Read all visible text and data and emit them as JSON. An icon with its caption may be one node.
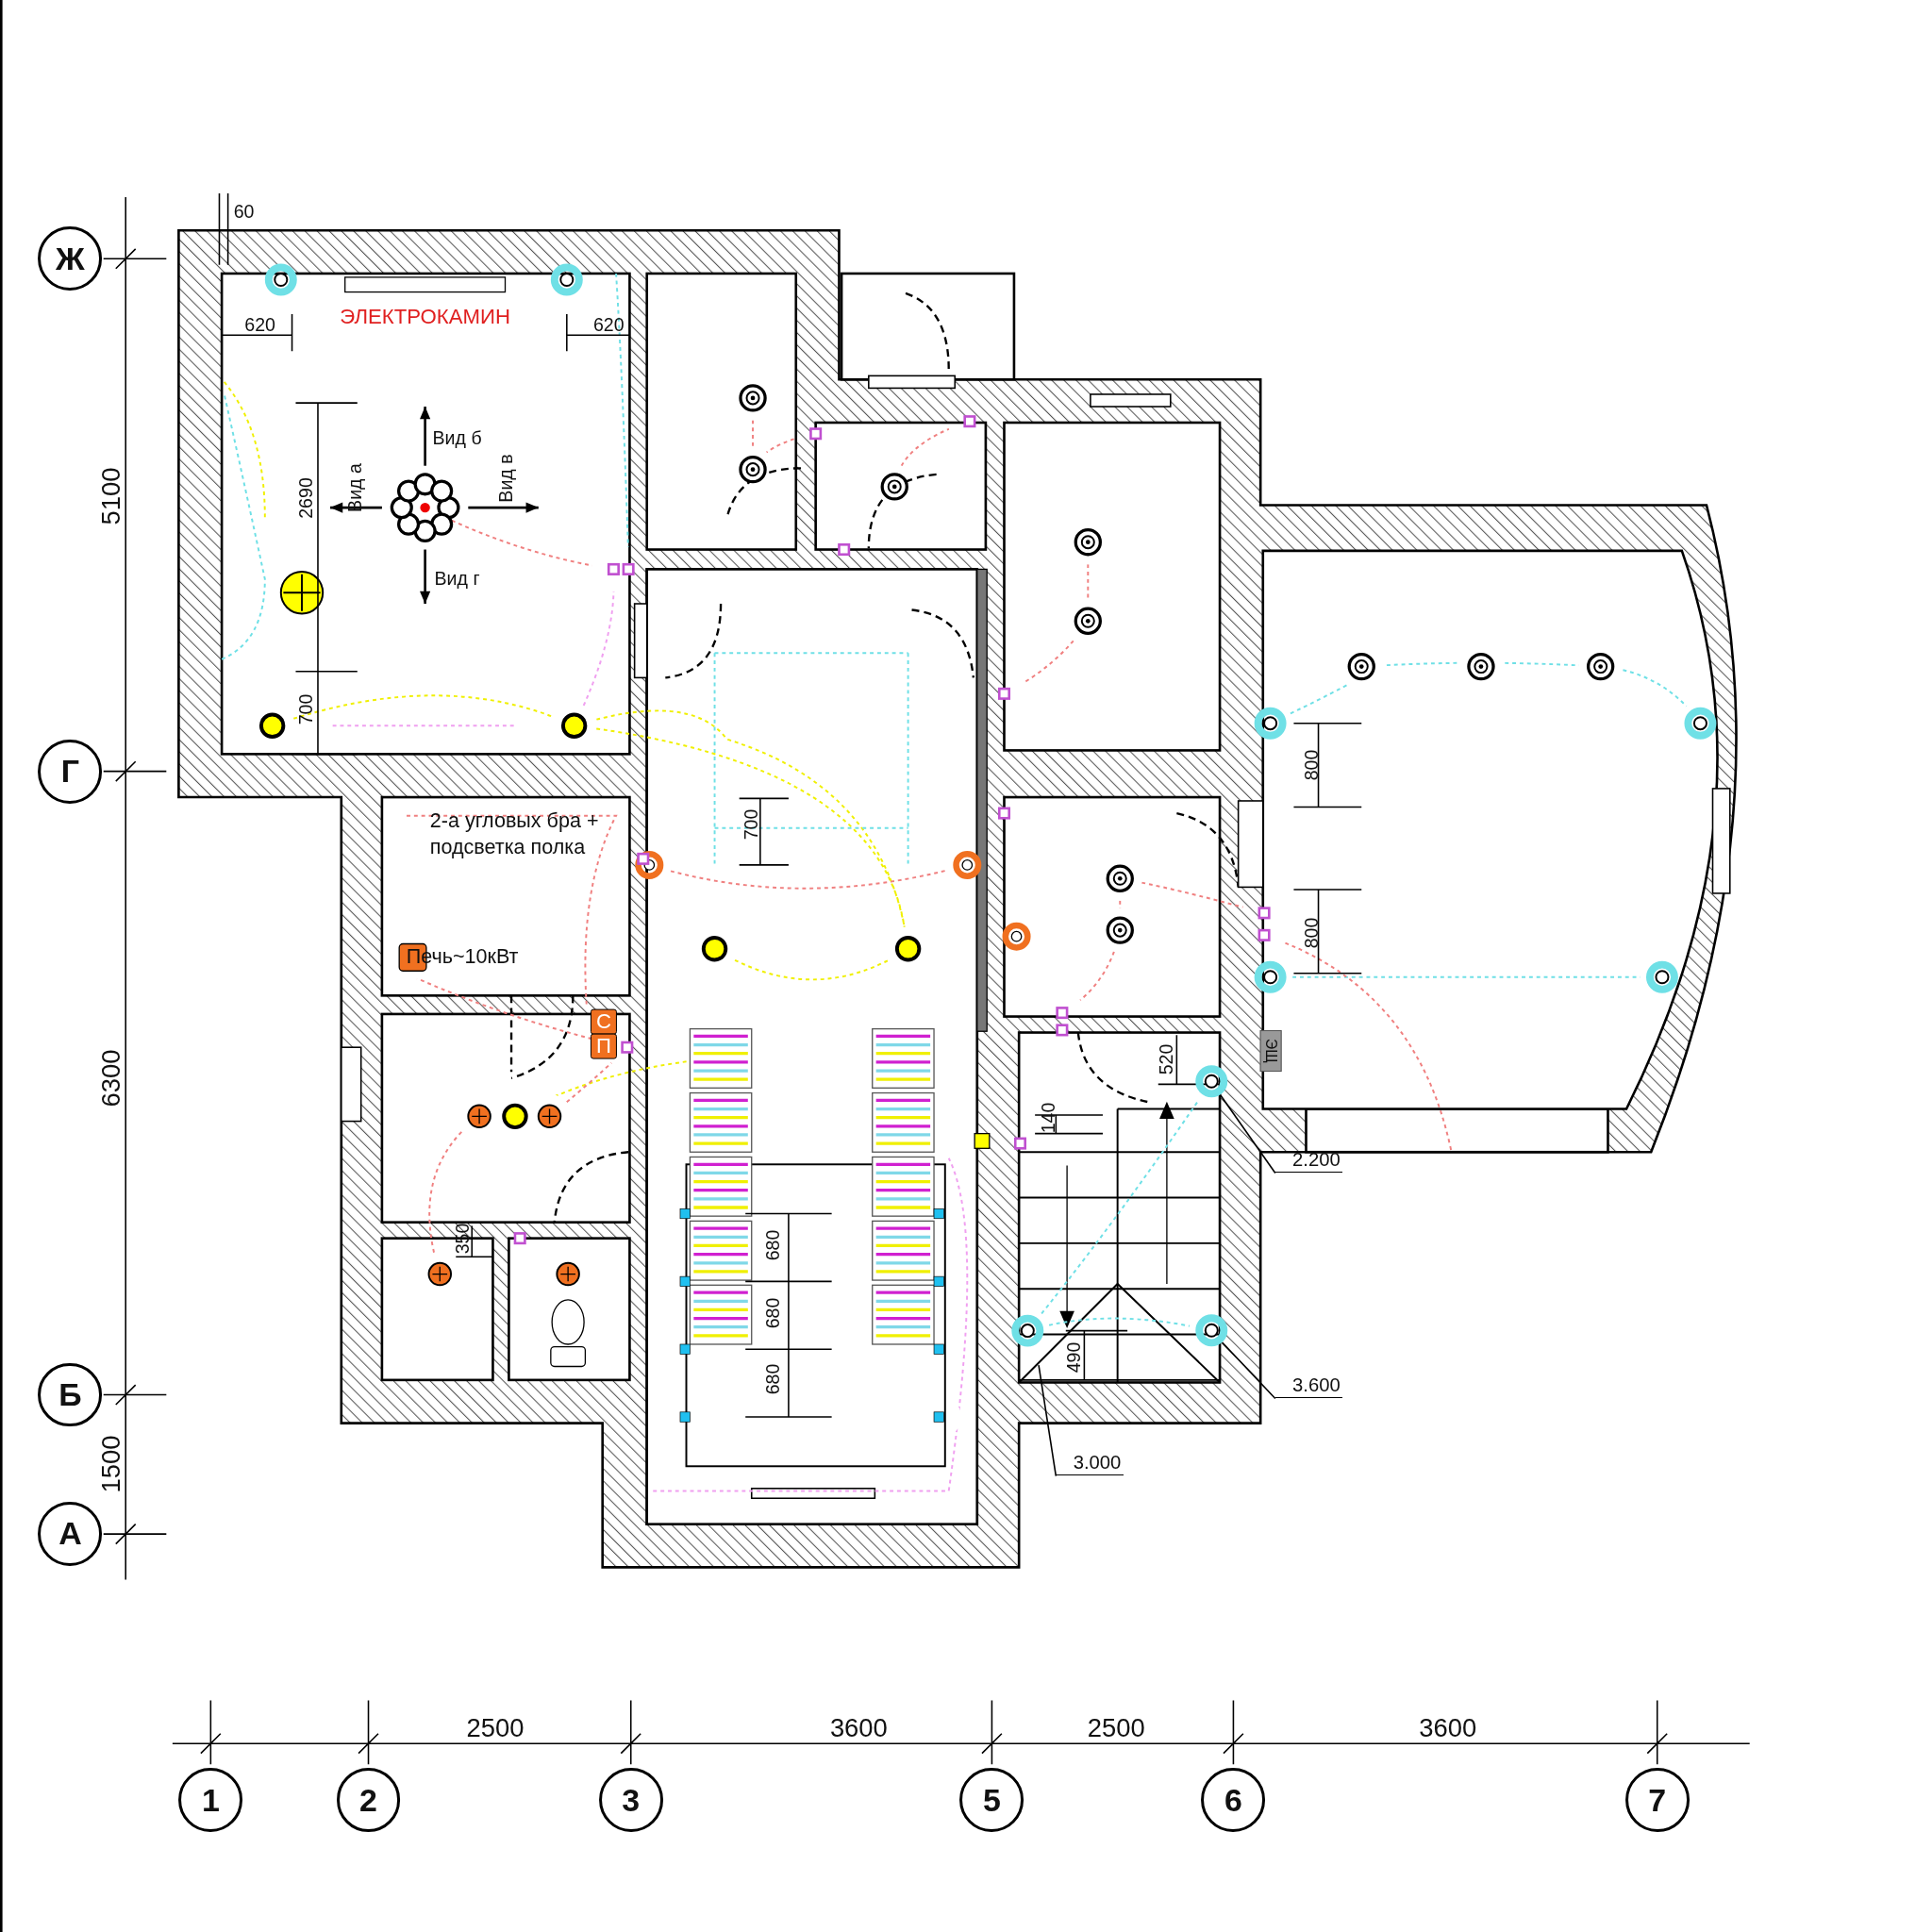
{
  "diagram": {
    "nodes": [
      {
        "text": [
          "2.200"
        ]
      },
      {
        "text": [],
        "shape": "circle"
      },
      {
        "text": [
          "3.600"
        ]
      },
      {
        "text": [],
        "shape": "circle"
      },
      {
        "text": [
          "3.000"
        ]
      }
    ],
    "edges": [
      {
        "from": 0,
        "to": 1,
        "arrow": "none"
      },
      {
        "from": 2,
        "to": 3,
        "arrow": "none"
      },
      {
        "from": 4,
        "to": null,
        "arrow": "none"
      }
    ],
    "labels": [
      "60",
      "Ж",
      "620",
      "ЭЛЕКТРОКАМИН",
      "620",
      "5100",
      "Вид б",
      "Вид а",
      "Вид в",
      "2690",
      "Вид г",
      "700",
      "Г",
      "2-а угловых бра + подсветка полка",
      "800",
      "700",
      "Печь~10кВт",
      "800",
      "С",
      "П",
      "6300",
      "520",
      "ЭЩ",
      "140",
      "350",
      "680",
      "680",
      "490",
      "680",
      "Б",
      "1500",
      "А",
      "2500",
      "3600",
      "2500",
      "3600",
      "1",
      "2",
      "3",
      "5",
      "6",
      "7"
    ]
  }
}
